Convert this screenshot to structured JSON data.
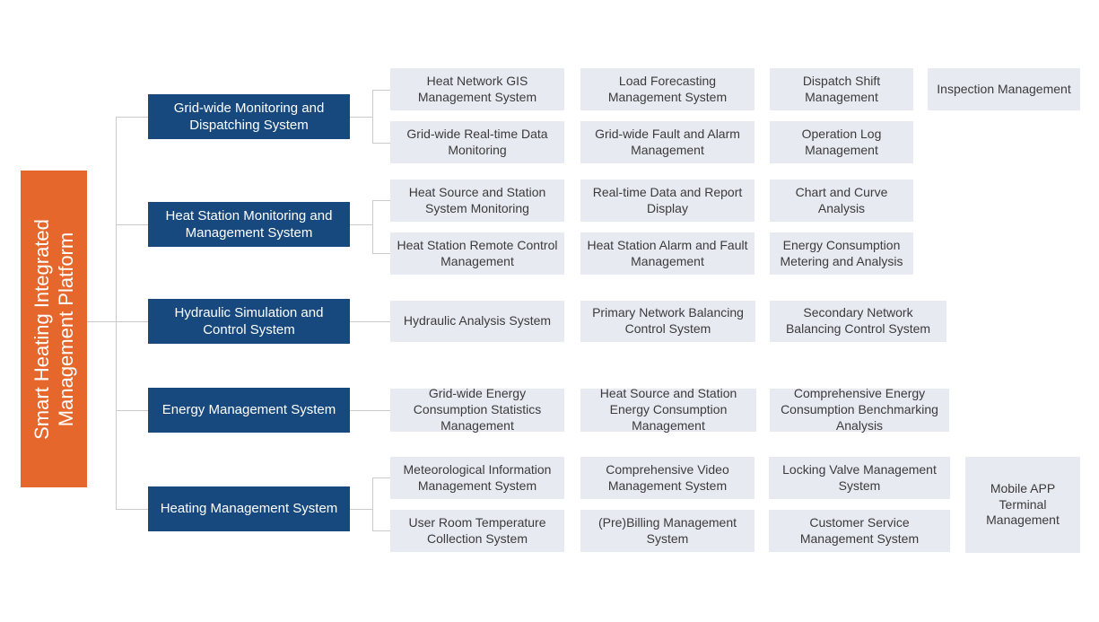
{
  "colors": {
    "root_bg": "#E6672C",
    "branch_bg": "#17497E",
    "leaf_bg": "#E8EAF2",
    "leaf_text": "#3B3B3B",
    "line": "#CBCBCB"
  },
  "root": {
    "title": "Smart Heating Integrated Management Platform",
    "title_lines": [
      "Smart Heating Integrated",
      "Management Platform"
    ]
  },
  "branches": [
    {
      "label": "Grid-wide Monitoring and Dispatching System",
      "children": [
        "Heat Network GIS Management System",
        "Load Forecasting Management System",
        "Dispatch Shift Management",
        "Inspection Management",
        "Grid-wide Real-time Data Monitoring",
        "Grid-wide Fault and Alarm Management",
        "Operation Log Management"
      ]
    },
    {
      "label": "Heat Station Monitoring and Management System",
      "children": [
        "Heat Source and Station System Monitoring",
        "Real-time Data and Report Display",
        "Chart and Curve Analysis",
        "Heat Station Remote Control Management",
        "Heat Station Alarm and Fault Management",
        "Energy Consumption Metering and Analysis"
      ]
    },
    {
      "label": "Hydraulic Simulation and Control System",
      "children": [
        "Hydraulic Analysis System",
        "Primary Network Balancing Control System",
        "Secondary Network Balancing Control System"
      ]
    },
    {
      "label": "Energy Management System",
      "children": [
        "Grid-wide Energy Consumption Statistics Management",
        "Heat Source and Station Energy Consumption Management",
        "Comprehensive Energy Consumption Benchmarking Analysis"
      ]
    },
    {
      "label": "Heating Management System",
      "children": [
        "Meteorological Information Management System",
        "Comprehensive Video Management System",
        "Locking Valve Management System",
        "Mobile APP Terminal Management",
        "User Room Temperature Collection System",
        "(Pre)Billing Management System",
        "Customer Service Management System"
      ]
    }
  ]
}
